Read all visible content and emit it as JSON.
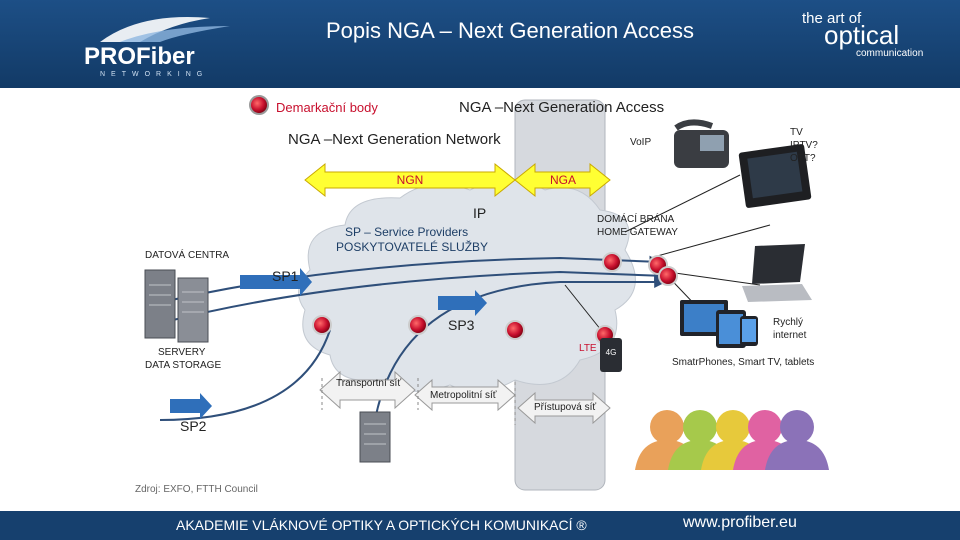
{
  "header": {
    "title": "Popis NGA – Next Generation Access",
    "logo_text": "PROFiber",
    "logo_subtext": "NETWORKING",
    "brand_line1": "the art of",
    "brand_line2": "optical",
    "brand_line3": "communication"
  },
  "legend": {
    "demarcation_label": "Demarkační body"
  },
  "labels": {
    "nga_title": "NGA –Next Generation Access",
    "ngn_title": "NGA –Next Generation Network",
    "ngn_arrow": "NGN",
    "nga_arrow": "NGA",
    "ip": "IP",
    "sp_line1": "SP – Service Providers",
    "sp_line2": "POSKYTOVATELÉ SLUŽBY",
    "datacenters": "DATOVÁ CENTRA",
    "sp1": "SP1",
    "sp2": "SP2",
    "sp3": "SP3",
    "servers_line1": "SERVERY",
    "servers_line2": "DATA STORAGE",
    "voip": "VoIP",
    "tv_line1": "TV",
    "tv_line2": "IPTV?",
    "tv_line3": "OTT?",
    "gateway_line1": "DOMÁCÍ BRÁNA",
    "gateway_line2": "HOME GATEWAY",
    "lte": "LTE",
    "badge_4g": "4G",
    "internet_line1": "Rychlý",
    "internet_line2": "internet",
    "devices": "SmatrPhones, Smart TV, tablets",
    "transport": "Transportní síť",
    "metro": "Metropolitní síť",
    "access": "Přístupová síť",
    "source": "Zdroj:  EXFO, FTTH Council"
  },
  "footer": {
    "left": "AKADEMIE VLÁKNOVÉ OPTIKY A OPTICKÝCH KOMUNIKACÍ ®",
    "right": "www.profiber.eu"
  },
  "colors": {
    "header_blue": "#1d4f86",
    "footer_blue": "#16406e",
    "demarcation_red": "#c8102e",
    "arrow_yellow": "#ffff33",
    "sp_arrow_blue": "#2f6fba",
    "cloud": "#dfe4ea"
  }
}
